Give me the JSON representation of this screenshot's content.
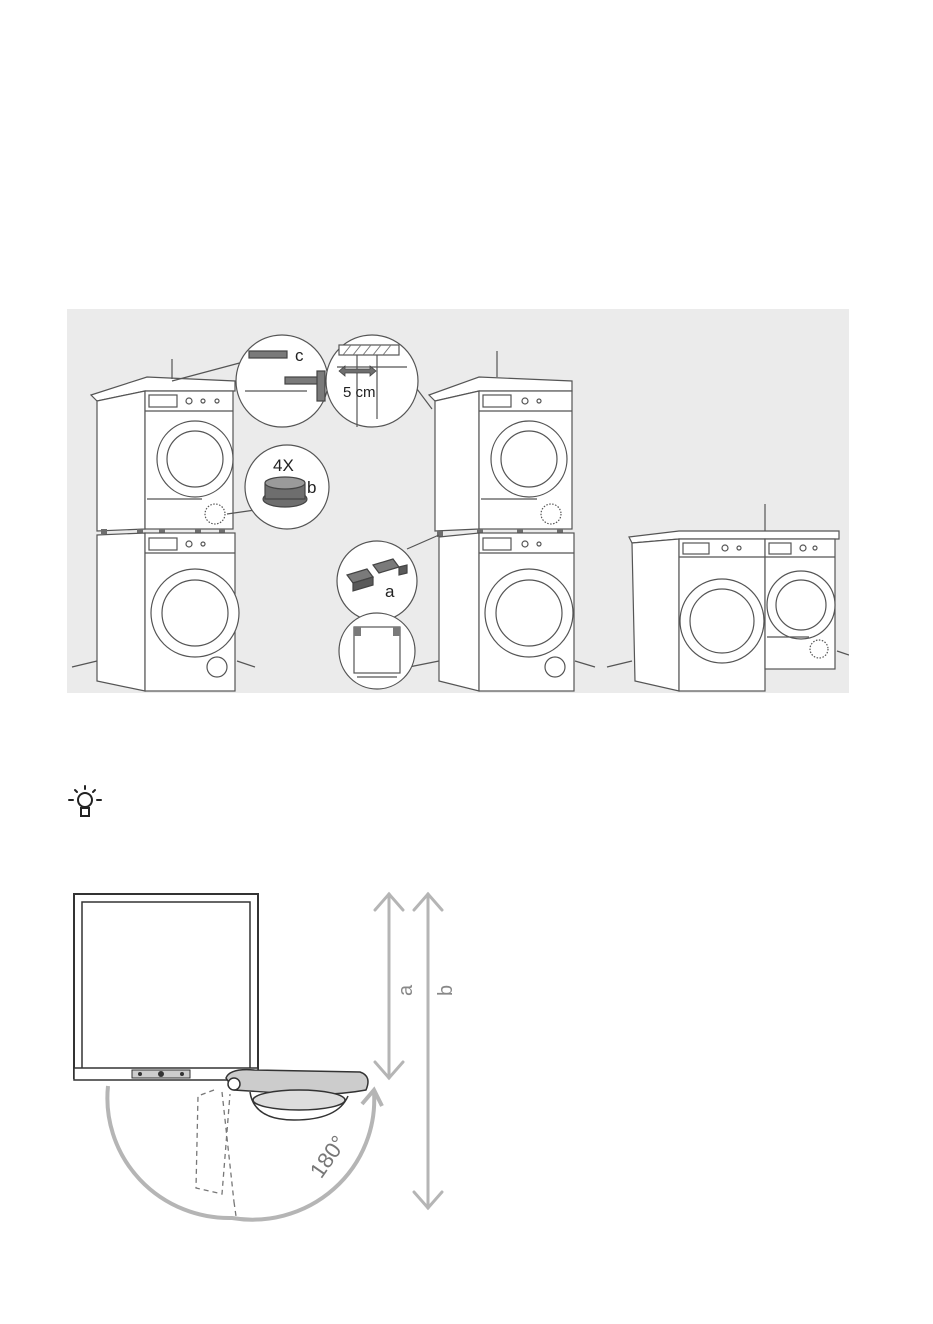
{
  "colors": {
    "panel_bg": "#ebebeb",
    "line": "#555555",
    "arrow": "#b5b5b5",
    "metal": "#7a7a7a",
    "foot": "#6e6e6e"
  },
  "icons": {
    "tip": "lightbulb-icon"
  },
  "installation_figure": {
    "callout_c": "c",
    "callout_gap": "5 cm",
    "callout_feet_count": "4X",
    "callout_b": "b",
    "callout_a": "a"
  },
  "door_figure": {
    "dim_a": "a",
    "dim_b": "b",
    "angle": "180°"
  }
}
